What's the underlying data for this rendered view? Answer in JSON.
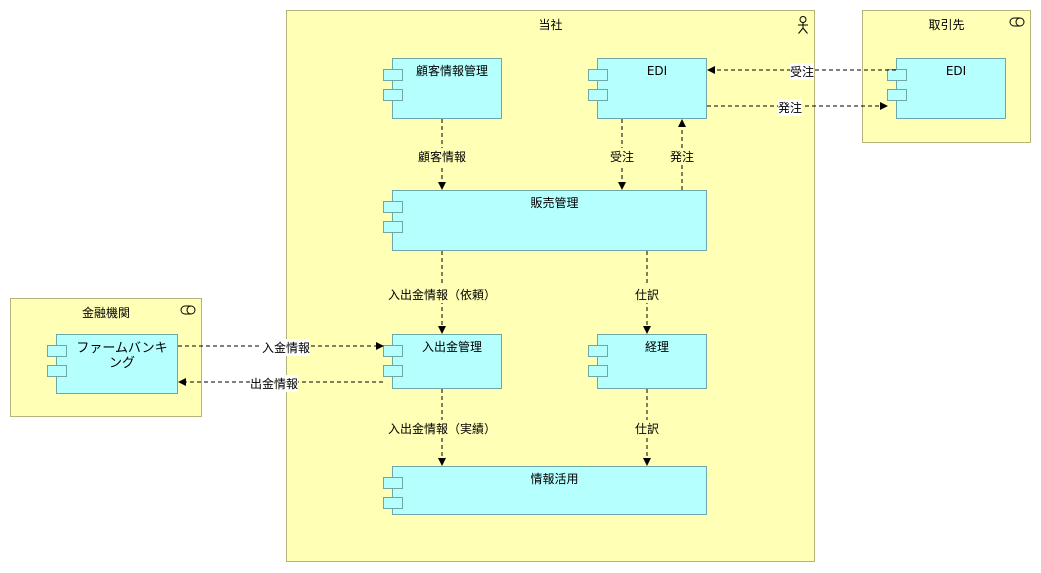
{
  "groups": {
    "company": {
      "title": "当社",
      "icon": "actor-icon"
    },
    "partner": {
      "title": "取引先",
      "icon": "role-icon"
    },
    "bank": {
      "title": "金融機関",
      "icon": "role-icon"
    }
  },
  "components": {
    "customer_mgmt": "顧客情報管理",
    "edi_internal": "EDI",
    "edi_partner": "EDI",
    "sales_mgmt": "販売管理",
    "cash_mgmt": "入出金管理",
    "accounting": "経理",
    "info_use": "情報活用",
    "firm_banking": "ファームバンキング"
  },
  "flows": {
    "partner_to_edi": "受注",
    "edi_to_partner": "発注",
    "customer_info": "顧客情報",
    "edi_to_sales": "受注",
    "sales_to_edi": "発注",
    "sales_to_cash": "入出金情報（依頼）",
    "sales_to_accounting": "仕訳",
    "bank_deposit": "入金情報",
    "bank_withdraw": "出金情報",
    "cash_to_info": "入出金情報（実績）",
    "accounting_to_info": "仕訳"
  },
  "colors": {
    "group_fill": "#ffffb5",
    "component_fill": "#b5ffff"
  }
}
